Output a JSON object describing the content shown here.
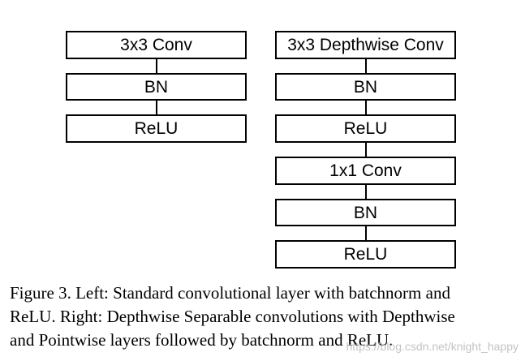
{
  "diagram": {
    "left_stack": {
      "blocks": [
        "3x3 Conv",
        "BN",
        "ReLU"
      ]
    },
    "right_stack": {
      "blocks": [
        "3x3 Depthwise Conv",
        "BN",
        "ReLU",
        "1x1 Conv",
        "BN",
        "ReLU"
      ]
    }
  },
  "caption": {
    "lines": [
      "Figure 3. Left: Standard convolutional layer with batchnorm and",
      "ReLU. Right: Depthwise Separable convolutions with Depthwise",
      "and Pointwise layers followed by batchnorm and ReLU."
    ]
  },
  "watermark": "https://blog.csdn.net/knight_happy"
}
